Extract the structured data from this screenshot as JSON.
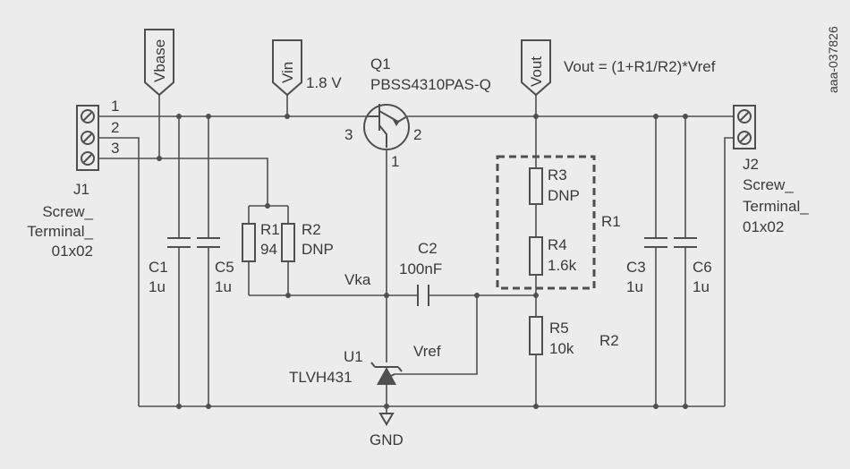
{
  "labels": {
    "vbase": "Vbase",
    "vin": "Vin",
    "vin_value": "1.8 V",
    "q1_ref": "Q1",
    "q1_part": "PBSS4310PAS-Q",
    "vout": "Vout",
    "formula": "Vout = (1+R1/R2)*Vref",
    "doc_id": "aaa-037826",
    "pin1_top": "1",
    "pin2_top": "2",
    "pin3_top": "3",
    "q_pin3": "3",
    "q_pin2": "2",
    "q_pin1": "1",
    "j1_ref": "J1",
    "j1_name_1": "Screw_",
    "j1_name_2": "Terminal_",
    "j1_name_3": "01x02",
    "j2_ref": "J2",
    "j2_name_1": "Screw_",
    "j2_name_2": "Terminal_",
    "j2_name_3": "01x02",
    "c1_ref": "C1",
    "c1_val": "1u",
    "c5_ref": "C5",
    "c5_val": "1u",
    "r1_ref": "R1",
    "r1_val": "94",
    "r2_ref": "R2",
    "r2_val": "DNP",
    "vka": "Vka",
    "c2_ref": "C2",
    "c2_val": "100nF",
    "r3_ref": "R3",
    "r3_val": "DNP",
    "r4_ref": "R4",
    "r4_val": "1.6k",
    "group_r1": "R1",
    "r5_ref": "R5",
    "r5_val": "10k",
    "group_r2": "R2",
    "c3_ref": "C3",
    "c3_val": "1u",
    "c6_ref": "C6",
    "c6_val": "1u",
    "u1_ref": "U1",
    "u1_part": "TLVH431",
    "vref": "Vref",
    "gnd": "GND"
  },
  "colors": {
    "background": "#ececec",
    "line": "#4f4f4f",
    "text": "#3a3a3a"
  }
}
